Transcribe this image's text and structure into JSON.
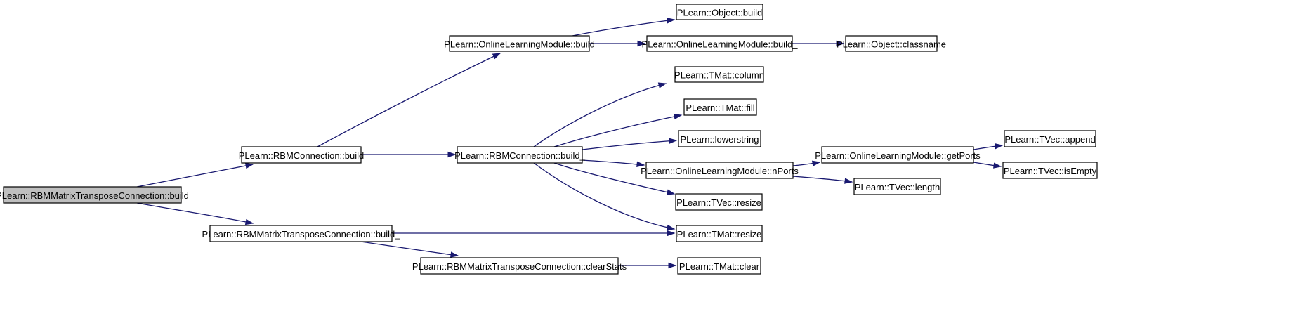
{
  "diagram": {
    "nodes": [
      {
        "id": "n0",
        "label": "PLearn::RBMMatrixTransposeConnection::build",
        "highlighted": true
      },
      {
        "id": "n1",
        "label": "PLearn::RBMConnection::build"
      },
      {
        "id": "n2",
        "label": "PLearn::RBMMatrixTransposeConnection::build_"
      },
      {
        "id": "n3",
        "label": "PLearn::OnlineLearningModule::build"
      },
      {
        "id": "n4",
        "label": "PLearn::RBMConnection::build_"
      },
      {
        "id": "n5",
        "label": "PLearn::RBMMatrixTransposeConnection::clearStats"
      },
      {
        "id": "n6",
        "label": "PLearn::Object::build"
      },
      {
        "id": "n7",
        "label": "PLearn::OnlineLearningModule::build_"
      },
      {
        "id": "n8",
        "label": "PLearn::Object::classname"
      },
      {
        "id": "n9",
        "label": "PLearn::TMat::column"
      },
      {
        "id": "n10",
        "label": "PLearn::TMat::fill"
      },
      {
        "id": "n11",
        "label": "PLearn::lowerstring"
      },
      {
        "id": "n12",
        "label": "PLearn::OnlineLearningModule::nPorts"
      },
      {
        "id": "n13",
        "label": "PLearn::TVec::resize"
      },
      {
        "id": "n14",
        "label": "PLearn::TMat::resize"
      },
      {
        "id": "n15",
        "label": "PLearn::TMat::clear"
      },
      {
        "id": "n16",
        "label": "PLearn::OnlineLearningModule::getPorts"
      },
      {
        "id": "n17",
        "label": "PLearn::TVec::length"
      },
      {
        "id": "n18",
        "label": "PLearn::TVec::append"
      },
      {
        "id": "n19",
        "label": "PLearn::TVec::isEmpty"
      }
    ],
    "edges": [
      {
        "from": "n0",
        "to": "n1"
      },
      {
        "from": "n0",
        "to": "n2"
      },
      {
        "from": "n1",
        "to": "n3"
      },
      {
        "from": "n1",
        "to": "n4"
      },
      {
        "from": "n2",
        "to": "n14"
      },
      {
        "from": "n2",
        "to": "n5"
      },
      {
        "from": "n3",
        "to": "n6"
      },
      {
        "from": "n3",
        "to": "n7"
      },
      {
        "from": "n7",
        "to": "n8"
      },
      {
        "from": "n4",
        "to": "n9"
      },
      {
        "from": "n4",
        "to": "n10"
      },
      {
        "from": "n4",
        "to": "n11"
      },
      {
        "from": "n4",
        "to": "n12"
      },
      {
        "from": "n4",
        "to": "n13"
      },
      {
        "from": "n4",
        "to": "n14"
      },
      {
        "from": "n12",
        "to": "n16"
      },
      {
        "from": "n12",
        "to": "n17"
      },
      {
        "from": "n16",
        "to": "n18"
      },
      {
        "from": "n16",
        "to": "n19"
      },
      {
        "from": "n5",
        "to": "n15"
      }
    ],
    "colors": {
      "edge": "#191970",
      "node_border": "#000000",
      "node_fill": "#ffffff",
      "highlight_fill": "#bfbfbf"
    }
  }
}
